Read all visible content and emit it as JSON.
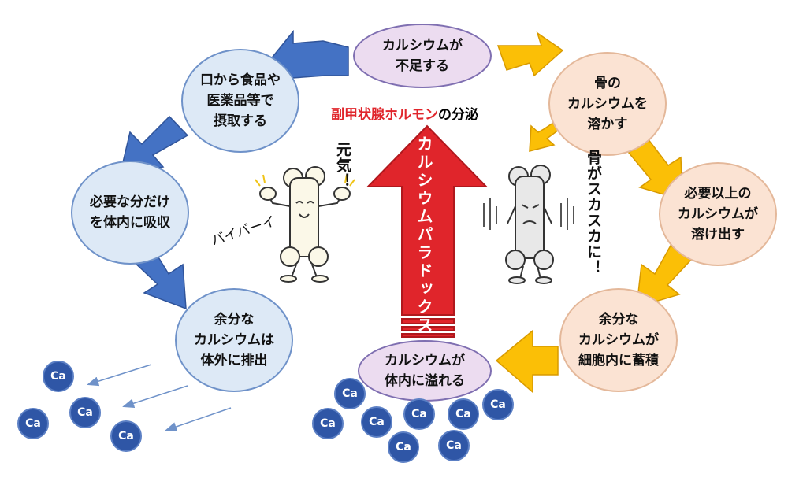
{
  "nodes": {
    "insufficient": [
      "カルシウムが",
      "不足する"
    ],
    "intake": [
      "口から食品や",
      "医薬品等で",
      "摂取する"
    ],
    "absorb": [
      "必要な分だけ",
      "を体内に吸収"
    ],
    "excrete": [
      "余分な",
      "カルシウムは",
      "体外に排出"
    ],
    "dissolve": [
      "骨の",
      "カルシウムを",
      "溶かす"
    ],
    "excess_out": [
      "必要以上の",
      "カルシウムが",
      "溶け出す"
    ],
    "accumulate": [
      "余分な",
      "カルシウムが",
      "細胞内に蓄積"
    ],
    "overflow": [
      "カルシウムが",
      "体内に溢れる"
    ]
  },
  "hormone": {
    "red": "副甲状腺ホルモン",
    "rest": "の分泌"
  },
  "arrow_label": "カルシウムパラドックス",
  "genki": "元気！",
  "sukasuka": "骨がスカスカに！",
  "bye": "バイバーイ",
  "ca_label": "Ca",
  "colors": {
    "blue_arrow": "#4472c4",
    "orange_arrow": "#fbbf06",
    "red_arrow": "#e0252b",
    "ca": "#2f56a6"
  }
}
